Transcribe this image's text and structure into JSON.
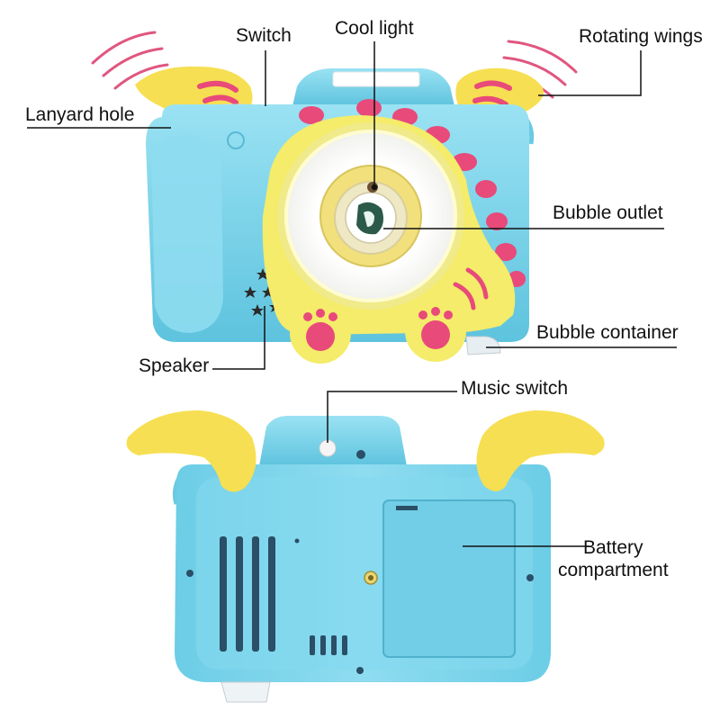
{
  "labels": {
    "switch": "Switch",
    "cool_light": "Cool light",
    "rotating_wings": "Rotating wings",
    "lanyard_hole": "Lanyard hole",
    "bubble_outlet": "Bubble outlet",
    "bubble_container": "Bubble container",
    "speaker": "Speaker",
    "music_switch": "Music switch",
    "battery_line1": "Battery",
    "battery_line2": "compartment"
  },
  "colors": {
    "body_blue": "#7fd6ec",
    "body_blue_dark": "#5fc2dc",
    "wing_yellow": "#f6e15a",
    "accent_pink": "#e84a7a",
    "ring_yellow": "#f4ec6a",
    "light_white": "#fbfbf5",
    "lens_cream": "#efe8c4",
    "leader_line": "#111111"
  }
}
